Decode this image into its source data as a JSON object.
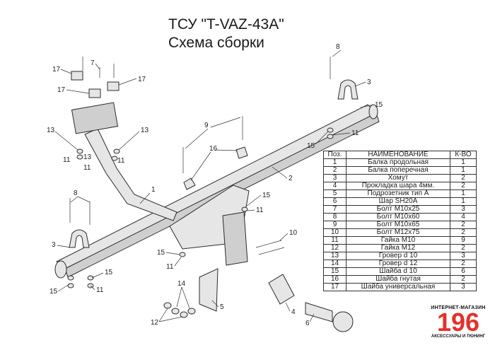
{
  "title": {
    "line1": "ТСУ \"T-VAZ-43A\"",
    "line2": "Схема сборки"
  },
  "callouts": [
    "1",
    "2",
    "3",
    "4",
    "5",
    "6",
    "7",
    "8",
    "9",
    "10",
    "11",
    "12",
    "13",
    "14",
    "15",
    "16",
    "17"
  ],
  "spec_table": {
    "headers": {
      "pos": "Поз.",
      "name": "НАИМЕНОВАНИЕ",
      "qty": "К-ВО"
    },
    "rows": [
      {
        "pos": "1",
        "name": "Балка продольная",
        "qty": "1"
      },
      {
        "pos": "2",
        "name": "Балка поперечная",
        "qty": "1"
      },
      {
        "pos": "3",
        "name": "Хомут",
        "qty": "2"
      },
      {
        "pos": "4",
        "name": "Прокладка шара 4мм.",
        "qty": "2"
      },
      {
        "pos": "5",
        "name": "Подрозетник тип А",
        "qty": "1"
      },
      {
        "pos": "6",
        "name": "Шар SH20A",
        "qty": "1"
      },
      {
        "pos": "7",
        "name": "Болт М10х25",
        "qty": "3"
      },
      {
        "pos": "8",
        "name": "Болт М10х60",
        "qty": "4"
      },
      {
        "pos": "9",
        "name": "Болт М10х65",
        "qty": "2"
      },
      {
        "pos": "10",
        "name": "Болт М12х75",
        "qty": "2"
      },
      {
        "pos": "11",
        "name": "Гайка М10",
        "qty": "9"
      },
      {
        "pos": "12",
        "name": "Гайка М12",
        "qty": "2"
      },
      {
        "pos": "13",
        "name": "Гровер d 10",
        "qty": "3"
      },
      {
        "pos": "14",
        "name": "Гровер d 12",
        "qty": "2"
      },
      {
        "pos": "15",
        "name": "Шайба d 10",
        "qty": "6"
      },
      {
        "pos": "16",
        "name": "Шайба гнутая",
        "qty": "2"
      },
      {
        "pos": "17",
        "name": "Шайба универсальная",
        "qty": "3"
      }
    ]
  },
  "brand": {
    "top": "ИНТЕРНЕТ-МАГАЗИН",
    "number": "196",
    "bottom": "АКСЕССУАРЫ И ТЮНИНГ",
    "number_color": "#e3312b"
  }
}
